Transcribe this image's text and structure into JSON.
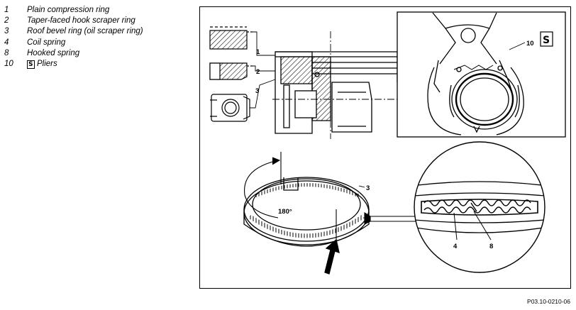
{
  "legend": [
    {
      "num": "1",
      "label": "Plain compression ring"
    },
    {
      "num": "2",
      "label": "Taper-faced hook scraper ring"
    },
    {
      "num": "3",
      "label": "Roof bevel ring (oil scraper ring)"
    },
    {
      "num": "4",
      "label": "Coil spring"
    },
    {
      "num": "8",
      "label": "Hooked spring"
    },
    {
      "num": "10",
      "label": "Pliers",
      "icon": "pliers-tool-icon"
    }
  ],
  "callouts": {
    "ring1": "1",
    "ring2": "2",
    "ring3": "3",
    "pliers": "10",
    "ring3_lower": "3",
    "angle": "180°",
    "coil": "4",
    "hook": "8"
  },
  "figure_code": "P03.10-0210-06"
}
